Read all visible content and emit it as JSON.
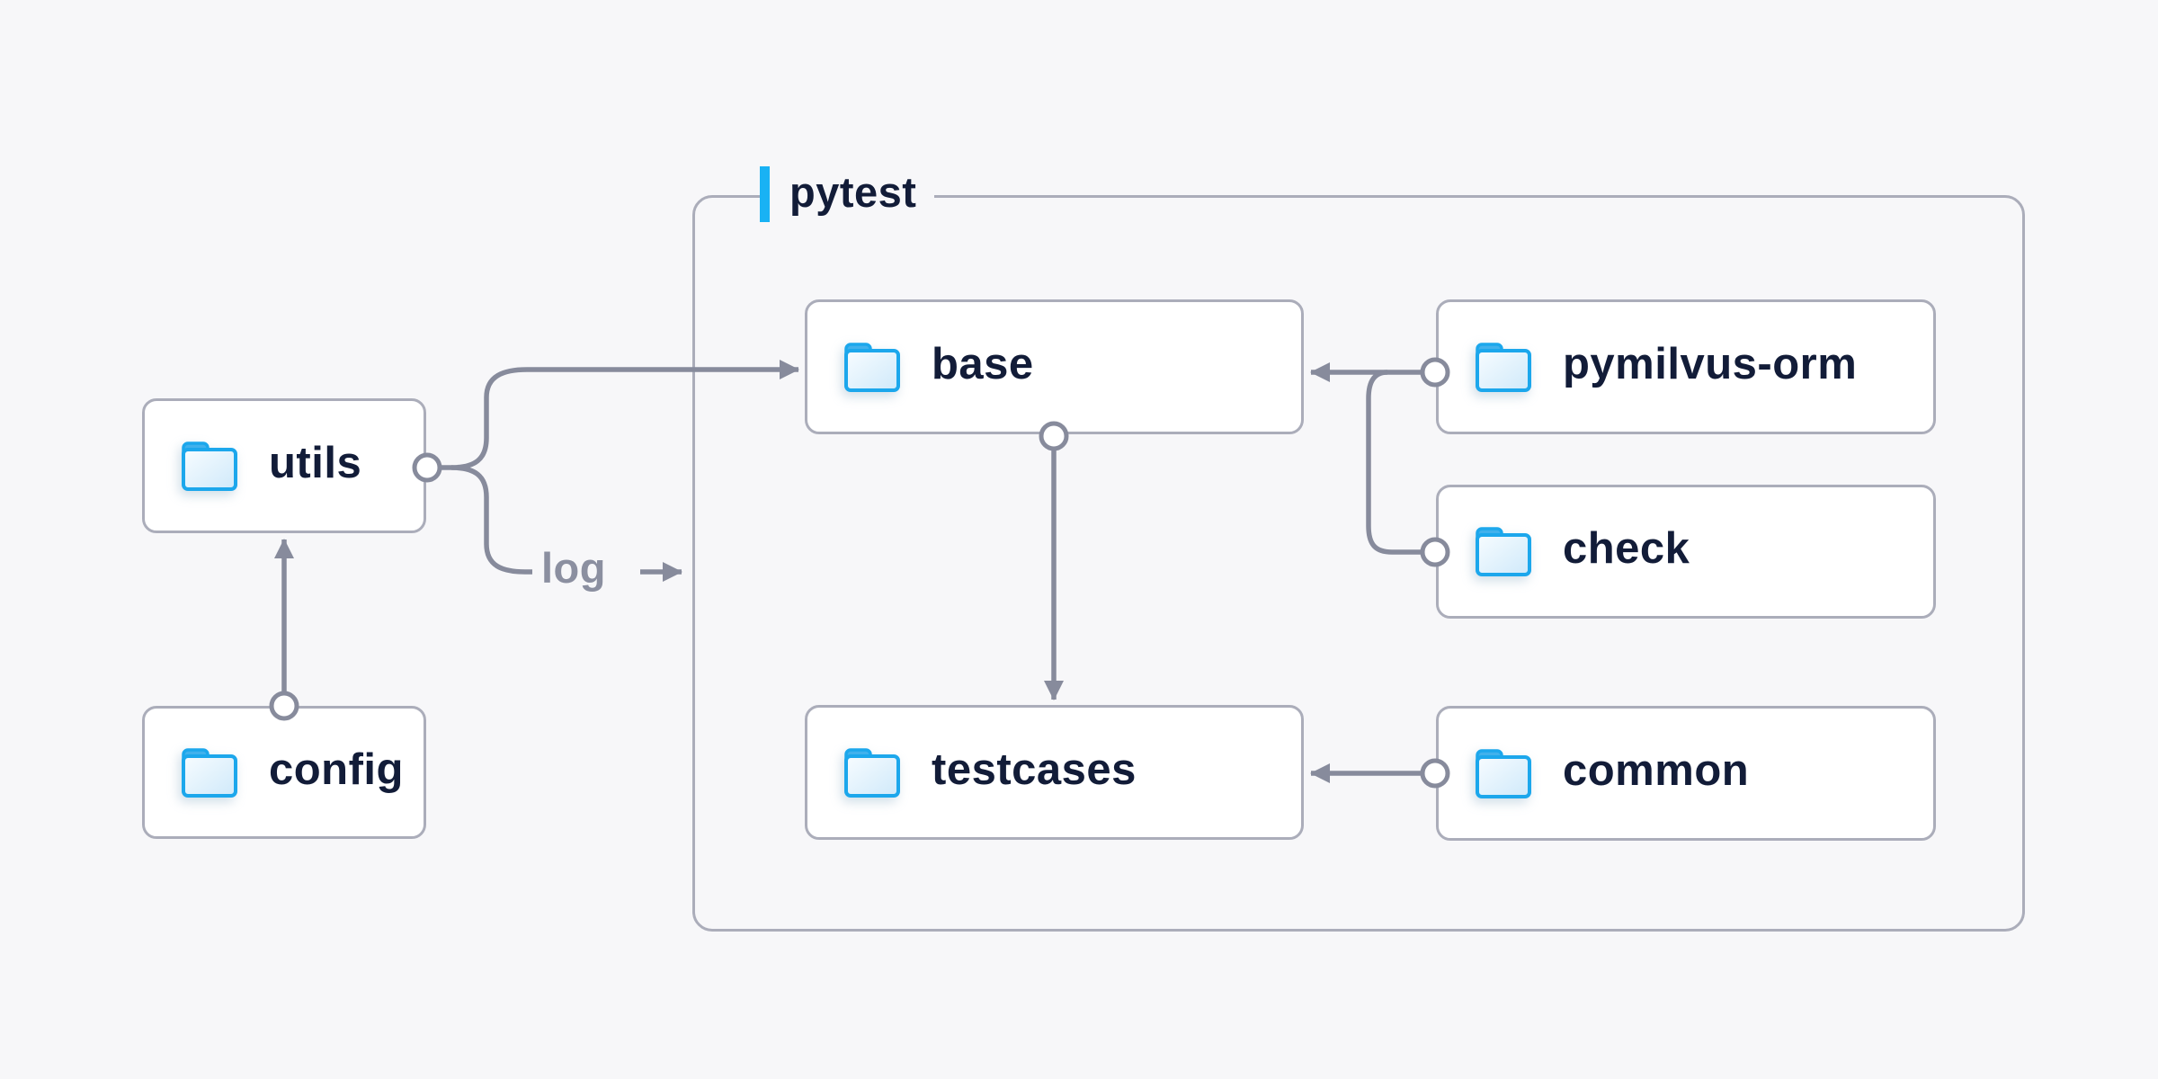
{
  "diagram": {
    "type": "folder-dependency-diagram",
    "container": {
      "label": "pytest"
    },
    "nodes": {
      "utils": {
        "label": "utils"
      },
      "config": {
        "label": "config"
      },
      "base": {
        "label": "base"
      },
      "testcases": {
        "label": "testcases"
      },
      "pymilvus-orm": {
        "label": "pymilvus-orm"
      },
      "check": {
        "label": "check"
      },
      "common": {
        "label": "common"
      }
    },
    "edges": [
      {
        "from": "config",
        "to": "utils",
        "style": "arrow"
      },
      {
        "from": "utils",
        "to": "base",
        "style": "arrow"
      },
      {
        "from": "utils",
        "to": "pytest",
        "style": "arrow",
        "label": "log"
      },
      {
        "from": "base",
        "to": "testcases",
        "style": "arrow"
      },
      {
        "from": "pymilvus-orm",
        "to": "base",
        "style": "arrow"
      },
      {
        "from": "check",
        "to": "base",
        "style": "arrow"
      },
      {
        "from": "common",
        "to": "testcases",
        "style": "arrow"
      }
    ],
    "labels": {
      "log": "log"
    },
    "colors": {
      "background": "#f7f7f9",
      "node_fill": "#ffffff",
      "node_border": "#abadba",
      "connector": "#878b9c",
      "text": "#121c38",
      "muted_text": "#8b8fa0",
      "accent_bar": "#19b2f4",
      "folder_stroke": "#1ca7ec",
      "folder_tab": "#41b1ec",
      "folder_body": "#e2f2fc"
    }
  }
}
